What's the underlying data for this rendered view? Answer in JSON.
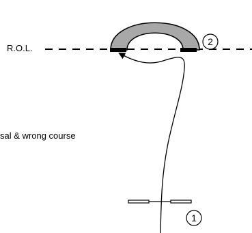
{
  "diagram": {
    "line_label": "R.O.L.",
    "caption": "sal & wrong course",
    "markers": [
      {
        "number": "1"
      },
      {
        "number": "2"
      }
    ],
    "colors": {
      "ink": "#000000",
      "arc_fill": "#a8a8a8",
      "background": "#ffffff"
    }
  }
}
